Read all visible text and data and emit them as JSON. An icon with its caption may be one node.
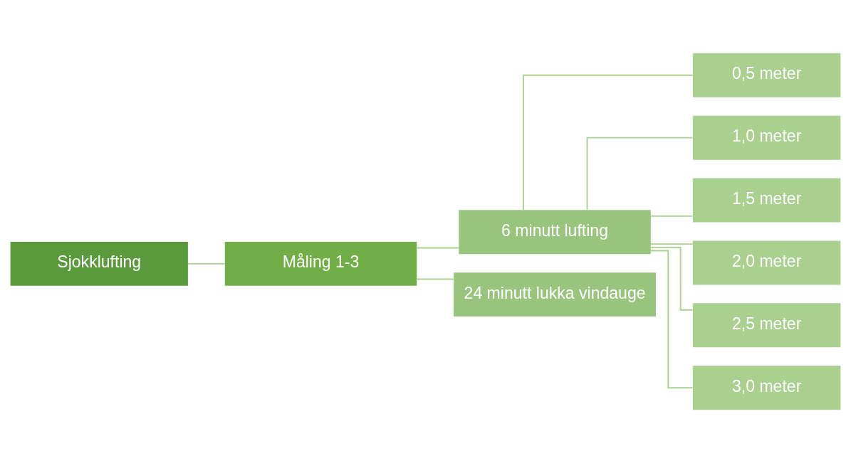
{
  "diagram": {
    "nodes": [
      {
        "text": [
          "Sjokklufting"
        ]
      },
      {
        "text": [
          "Måling 1-3"
        ]
      },
      {
        "text": [
          "6 minutt lufting"
        ]
      },
      {
        "text": [
          "24 minutt lukka vindauge"
        ]
      },
      {
        "text": [
          "0,5 meter"
        ]
      },
      {
        "text": [
          "1,0 meter"
        ]
      },
      {
        "text": [
          "1,5 meter"
        ]
      },
      {
        "text": [
          "2,0 meter"
        ]
      },
      {
        "text": [
          "2,5 meter"
        ]
      },
      {
        "text": [
          "3,0 meter"
        ]
      }
    ],
    "edges": [
      {
        "from": 0,
        "to": 1,
        "arrow": "none"
      },
      {
        "from": 1,
        "to": 2,
        "arrow": "none"
      },
      {
        "from": 1,
        "to": 3,
        "arrow": "none"
      },
      {
        "from": 2,
        "to": 4,
        "arrow": "none"
      },
      {
        "from": 2,
        "to": 5,
        "arrow": "none"
      },
      {
        "from": 2,
        "to": 6,
        "arrow": "none"
      },
      {
        "from": 2,
        "to": 7,
        "arrow": "none"
      },
      {
        "from": 2,
        "to": 8,
        "arrow": "none"
      },
      {
        "from": 2,
        "to": 9,
        "arrow": "none"
      }
    ]
  }
}
